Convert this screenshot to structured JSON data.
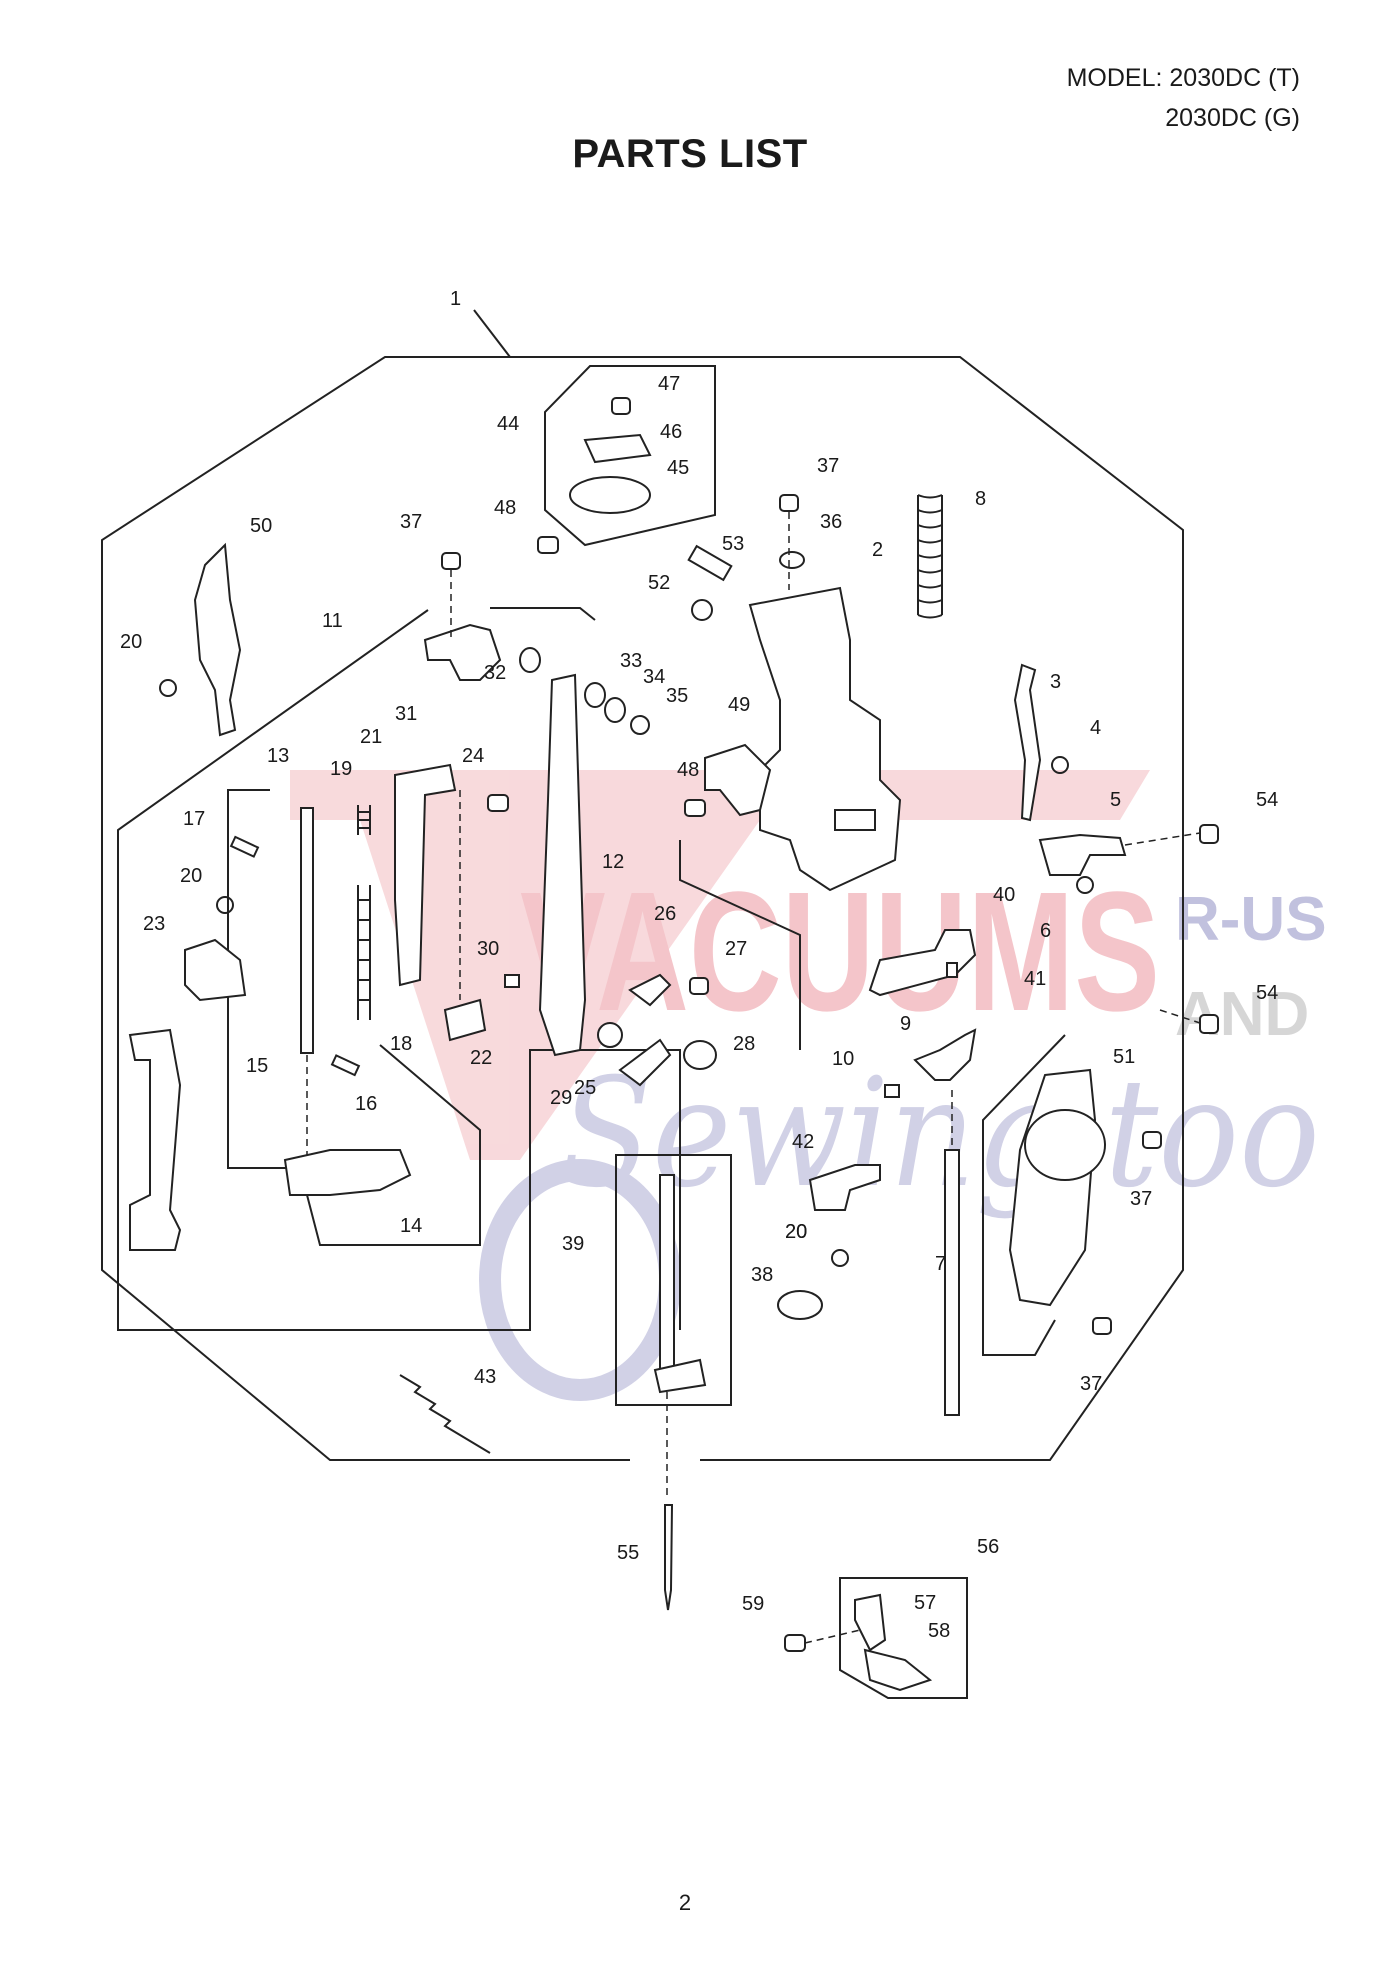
{
  "header": {
    "model_line1": "MODEL: 2030DC (T)",
    "model_line2": "2030DC (G)",
    "title": "PARTS LIST"
  },
  "watermark": {
    "brand": "VACUUMS",
    "suffix1": "R-US",
    "suffix2": "AND",
    "script": "Sewing too",
    "colors": {
      "red": "#f2b3b8",
      "blue": "#a9a9cf",
      "gray": "#bdbdbd"
    }
  },
  "callouts": [
    "1",
    "2",
    "3",
    "4",
    "5",
    "6",
    "7",
    "8",
    "9",
    "10",
    "11",
    "12",
    "13",
    "14",
    "15",
    "16",
    "17",
    "18",
    "19",
    "20",
    "20",
    "20",
    "20",
    "21",
    "22",
    "23",
    "24",
    "25",
    "26",
    "27",
    "28",
    "29",
    "30",
    "31",
    "32",
    "33",
    "34",
    "35",
    "36",
    "37",
    "37",
    "37",
    "37",
    "38",
    "39",
    "40",
    "41",
    "42",
    "43",
    "44",
    "45",
    "46",
    "47",
    "48",
    "48",
    "49",
    "50",
    "51",
    "52",
    "53",
    "54",
    "54",
    "55",
    "56",
    "57",
    "58",
    "59"
  ],
  "footer": {
    "page_number": "2"
  }
}
